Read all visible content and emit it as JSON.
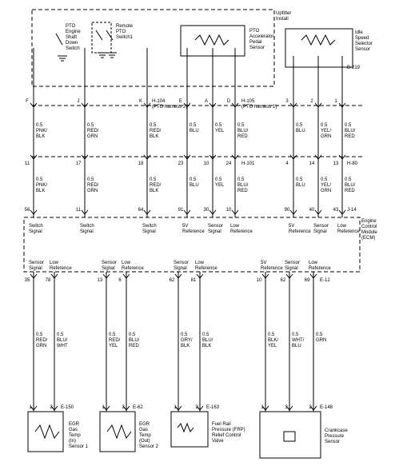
{
  "labels": {
    "upfitter": [
      "Upfitter",
      "Install"
    ],
    "pto_shutdown": [
      "PTO",
      "Engine",
      "Shaft",
      "Down",
      "Switch"
    ],
    "remote_pto": [
      "Remote",
      "PTO",
      "Switch1"
    ],
    "pedal_sensor": [
      "PTO",
      "Accelerator",
      "Pedal",
      "Sensor"
    ],
    "idle_sensor": [
      "Idle",
      "Speed",
      "Selector",
      "Sensor"
    ],
    "ecm": [
      "Engine",
      "Control",
      "Module",
      "(ECM)"
    ],
    "egr_in": [
      "EGR",
      "Gas",
      "Temp",
      "(In)",
      "Sensor 1"
    ],
    "egr_out": [
      "EGR",
      "Gas",
      "Temp",
      "(Out)",
      "Sensor 2"
    ],
    "frp": [
      "Fuel Rail",
      "Pressure (FRP)",
      "Relief Control",
      "Valve"
    ],
    "crankcase": [
      "Crankcase",
      "Pressure",
      "Sensor"
    ]
  },
  "connectors": {
    "b219": "B-219",
    "h104": "H-104",
    "h104_note": "(PTO harness 2)",
    "h105": "H-105",
    "h105_note": "(PTO harness 1)",
    "h101": "H-101",
    "h80": "H-80",
    "j14": "J-14",
    "e12": "E-12",
    "e150": "E-150",
    "e62": "E-62",
    "e163": "E-163",
    "e148": "E-148"
  },
  "upper_pins_top": [
    {
      "pin": "F",
      "id": "pinF"
    },
    {
      "pin": "J",
      "id": "pinJ"
    },
    {
      "pin": "K",
      "id": "pinK"
    },
    {
      "pin": "E",
      "id": "pinE"
    },
    {
      "pin": "A",
      "id": "pinA"
    },
    {
      "pin": "D",
      "id": "pinD"
    },
    {
      "pin": "3",
      "id": "pin3"
    },
    {
      "pin": "2",
      "id": "pin2"
    },
    {
      "pin": "1",
      "id": "pin1"
    }
  ],
  "upper_wires_a": [
    [
      "0.5",
      "PNK/",
      "BLK"
    ],
    [
      "0.5",
      "RED/",
      "GRN"
    ],
    [
      "0.5",
      "RED/",
      "BLK"
    ],
    [
      "0.5",
      "BLU"
    ],
    [
      "0.5",
      "YEL"
    ],
    [
      "0.5",
      "BLU/",
      "RED"
    ],
    [
      "0.5",
      "BLU"
    ],
    [
      "0.5",
      "YEL/",
      "GRN"
    ],
    [
      "0.5",
      "BLU/",
      "RED"
    ]
  ],
  "mid_pins": [
    "11",
    "17",
    "18",
    "23",
    "10",
    "24",
    "4",
    "14",
    "13"
  ],
  "upper_wires_b": [
    [
      "0.5",
      "PNK/",
      "BLK"
    ],
    [
      "0.5",
      "RED/",
      "GRN"
    ],
    [
      "0.5",
      "RED/",
      "BLK"
    ],
    [
      "0.5",
      "BLU"
    ],
    [
      "0.5",
      "YEL"
    ],
    [
      "0.5",
      "BLU/",
      "RED"
    ],
    [
      "0.5",
      "BLU"
    ],
    [
      "0.5",
      "YEL/",
      "GRN"
    ],
    [
      "0.5",
      "BLU/",
      "RED"
    ]
  ],
  "ecm_pins_top": [
    "56",
    "11",
    "64",
    "91",
    "30",
    "10",
    "90",
    "40",
    "43"
  ],
  "ecm_top_labels": [
    [
      "Switch",
      "Signal"
    ],
    [
      "Switch",
      "Signal"
    ],
    [
      "Switch",
      "Signal"
    ],
    [
      "5V",
      "Reference"
    ],
    [
      "Sensor",
      "Signal"
    ],
    [
      "Low",
      "Reference"
    ],
    [
      "5V",
      "Reference"
    ],
    [
      "Sensor",
      "Signal"
    ],
    [
      "Low",
      "Reference"
    ]
  ],
  "ecm_bottom_labels": [
    [
      "Sensor",
      "Signal"
    ],
    [
      "Low",
      "Reference"
    ],
    [
      "Sensor",
      "Signal"
    ],
    [
      "Low",
      "Reference"
    ],
    [
      "Sensor",
      "Signal"
    ],
    [
      "Low",
      "Reference"
    ],
    [
      "5V",
      "Reference"
    ],
    [
      "Sensor",
      "Signal"
    ],
    [
      "Low",
      "Reference"
    ]
  ],
  "ecm_pins_bottom": [
    "35",
    "78",
    "13",
    "6",
    "62",
    "81",
    "10",
    "62",
    "69"
  ],
  "lower_wires": [
    [
      "0.5",
      "RED/",
      "GRN"
    ],
    [
      "0.5",
      "BLU/",
      "WHT"
    ],
    [
      "0.5",
      "RED/",
      "YEL"
    ],
    [
      "0.5",
      "BLU/",
      "RED"
    ],
    [
      "0.5",
      "GRY/",
      "BLK"
    ],
    [
      "0.5",
      "BLU/",
      "BLK"
    ],
    [
      "0.5",
      "BLK/",
      "YEL"
    ],
    [
      "0.5",
      "WHT/",
      "BLU"
    ],
    [
      "0.5",
      "GRN"
    ]
  ],
  "component_pins": [
    {
      "a": "1",
      "b": "2"
    },
    {
      "a": "1",
      "b": "2"
    },
    {
      "a": "1",
      "b": "2"
    },
    {
      "a": "1",
      "b": "3",
      "c": "2"
    }
  ]
}
